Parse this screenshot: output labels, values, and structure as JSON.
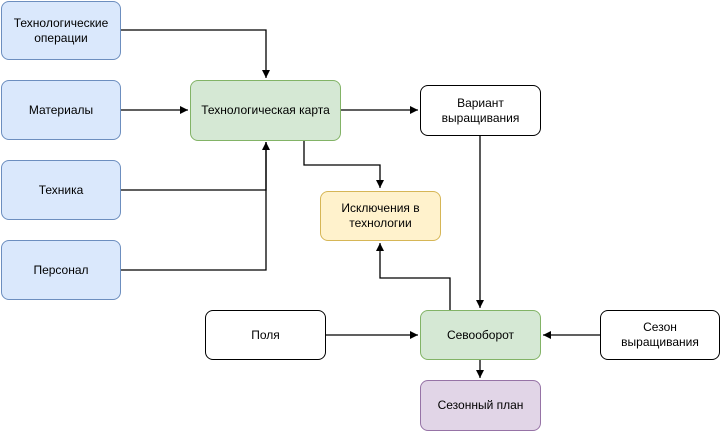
{
  "nodes": {
    "tech_ops": "Технологические\nоперации",
    "materials": "Материалы",
    "equipment": "Техника",
    "personnel": "Персонал",
    "tech_card": "Технологическая карта",
    "growing_variant": "Вариант\nвыращивания",
    "tech_exceptions": "Исключения в\nтехнологии",
    "fields": "Поля",
    "crop_rotation": "Севооборот",
    "growing_season": "Сезон выращивания",
    "seasonal_plan": "Сезонный план"
  },
  "colors": {
    "blue_fill": "#dae8fc",
    "blue_stroke": "#6c8ebf",
    "green_fill": "#d5e8d4",
    "green_stroke": "#82b366",
    "yellow_fill": "#fff2cc",
    "yellow_stroke": "#d6b656",
    "purple_fill": "#e1d5e7",
    "purple_stroke": "#9673a6"
  }
}
